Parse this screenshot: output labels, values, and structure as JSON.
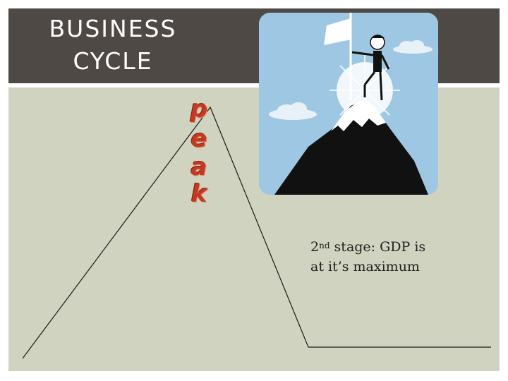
{
  "slide": {
    "title_line1": "BUSINESS",
    "title_line2": "CYCLE",
    "peak_letters": [
      "p",
      "e",
      "a",
      "k"
    ],
    "stage_ordinal": "2",
    "stage_sup": "nd",
    "stage_rest": " stage: GDP is",
    "stage_line2": "at it’s maximum"
  },
  "colors": {
    "header_bg": "#4f4946",
    "panel_bg": "#cfd3bf",
    "peak_text": "#c33a22",
    "sky": "#9ec7e3",
    "mountain": "#111111"
  },
  "icons": {
    "illustration": "mountain-climber-flag-icon"
  }
}
